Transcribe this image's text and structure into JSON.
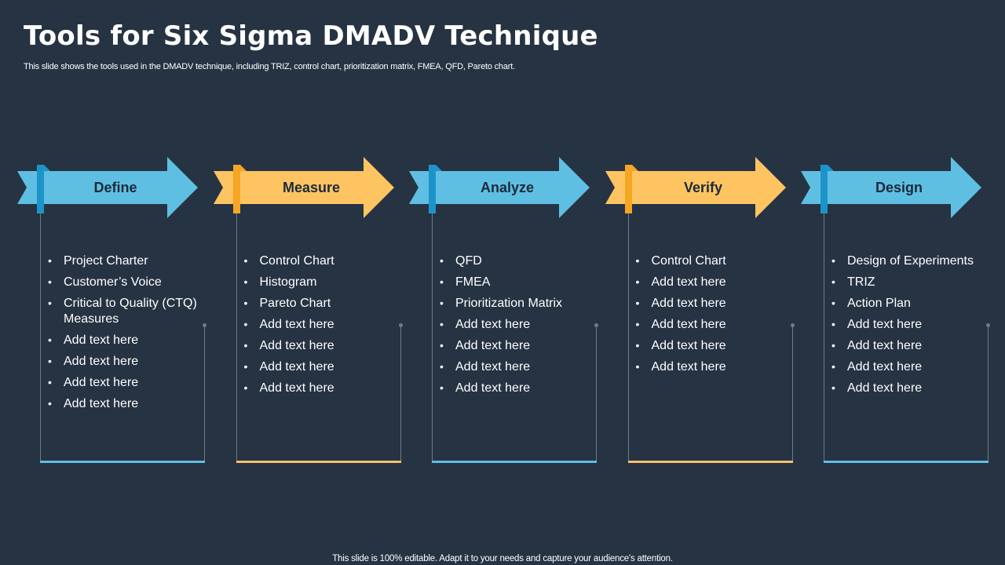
{
  "header": {
    "title": "Tools for Six Sigma DMADV Technique",
    "subtitle": "This slide shows the tools used in the DMADV  technique, including TRIZ, control chart, prioritization matrix, FMEA,  QFD, Pareto chart."
  },
  "colors": {
    "background": "#263343",
    "blue_arrow": "#5fbfe2",
    "blue_accent": "#1d94c9",
    "blue_line": "#5fbfe2",
    "orange_arrow": "#ffc462",
    "orange_accent": "#f5a623",
    "orange_line": "#f9c06a"
  },
  "stages": [
    {
      "label": "Define",
      "theme": "blue",
      "items": [
        "Project Charter",
        "Customer’s Voice",
        "Critical to Quality (CTQ) Measures",
        "Add text here",
        "Add text here",
        "Add text here",
        "Add text here"
      ]
    },
    {
      "label": "Measure",
      "theme": "orange",
      "items": [
        "Control Chart",
        "Histogram",
        "Pareto Chart",
        "Add text here",
        "Add text here",
        "Add text here",
        "Add text here"
      ]
    },
    {
      "label": "Analyze",
      "theme": "blue",
      "items": [
        "QFD",
        "FMEA",
        "Prioritization Matrix",
        "Add text here",
        "Add text here",
        "Add text here",
        "Add text here"
      ]
    },
    {
      "label": "Verify",
      "theme": "orange",
      "items": [
        "Control Chart",
        "Add text here",
        "Add text here",
        "Add text here",
        "Add text here",
        "Add text here"
      ]
    },
    {
      "label": "Design",
      "theme": "blue",
      "items": [
        "Design of Experiments",
        "TRIZ",
        "Action Plan",
        "Add text here",
        "Add text here",
        "Add text here",
        "Add text here"
      ]
    }
  ],
  "footer": {
    "text": "This slide is 100% editable. Adapt it to your needs and capture your audience's attention."
  }
}
